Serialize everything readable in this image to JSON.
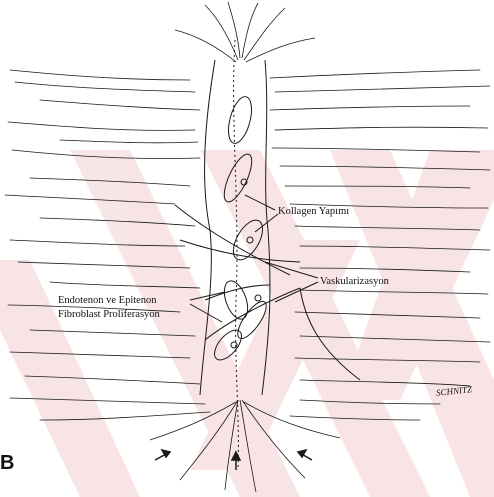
{
  "labels": {
    "collagen": "Kollagen Yapımı",
    "vascular": "Vaskularizasyon",
    "fibroblast_line1": "Endotenon ve Epitenon",
    "fibroblast_line2": "Fibroblast Proliferasyon"
  },
  "signature": "SCHNITZ",
  "panel_letter": "B",
  "colors": {
    "ink": "#1a1a1a",
    "watermark": "#f6dede"
  }
}
